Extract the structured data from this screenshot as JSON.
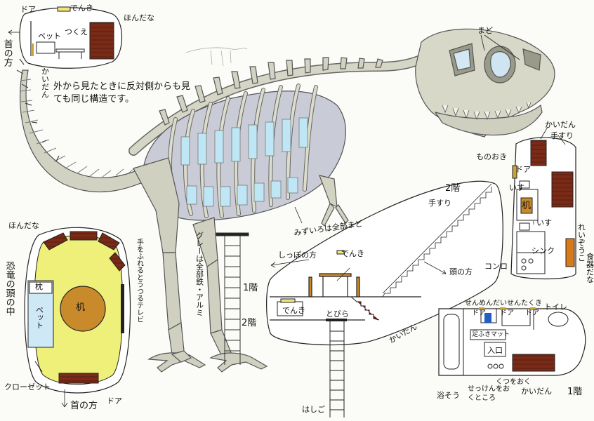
{
  "labels": {
    "door_top": "ドア",
    "light_top": "でんき",
    "shelf_top": "ほんだな",
    "bed_top": "ベット",
    "desk_top": "つくえ",
    "stairs_top": "かいだん",
    "toward_head": "首の方",
    "note": "外から見たときに反対側からも見ても同じ構造です。",
    "eye": "まど",
    "windows": "みずいろは全部まど",
    "body_material": "グレーは全部鉄・アルミ",
    "stairs_right": "かいだん",
    "handrail_right": "手すり",
    "storage": "ものおき",
    "door_right": "ドア",
    "chair_a": "いす",
    "desk_right": "机",
    "chair_b": "いす",
    "sink": "シンク",
    "stove": "コンロ",
    "fridge": "れいぞうこ",
    "cupboard": "食器だな",
    "floor2_right": "2階",
    "to_tail": "しっぽの方",
    "light_mid": "でんき",
    "handrail_mid": "手すり",
    "toward_head_mid": "頭の方",
    "floor1_mid": "1階",
    "light_mid2": "でんき",
    "floor2_mid": "2階",
    "hatch": "とびら",
    "stairs_mid": "かいだん",
    "ladder": "はしご",
    "washbasin": "せんめんだい",
    "washer": "せんたくき",
    "door_b1": "ドア",
    "door_b2": "ドア",
    "door_b3": "ドア",
    "toilet": "トイレ",
    "bath_mat": "足ふきマット",
    "entrance": "入口",
    "bath": "浴そう",
    "soap_place": "せっけんをおくところ",
    "shoe_place": "くつをおく",
    "stairs_bottom": "かいだん",
    "floor1_bottom": "1階",
    "shelf_left": "ほんだな",
    "pillow": "枕",
    "bed_left": "ベット",
    "desk_left": "机",
    "tv": "手をふれるとうつるテレビ",
    "title_left": "恐竜の頭の中",
    "closet": "クローゼット",
    "toward_neck": "首の方",
    "door_left": "ドア"
  },
  "colors": {
    "bone": "#d8d8c8",
    "bone_dark": "#a8a694",
    "metal": "#c7cbd6",
    "window": "#bfe6f5",
    "floor_yellow": "#eef07a",
    "wood": "#7a2b18",
    "desk": "#c98a2c",
    "floor_blue": "#cfe8f6"
  }
}
